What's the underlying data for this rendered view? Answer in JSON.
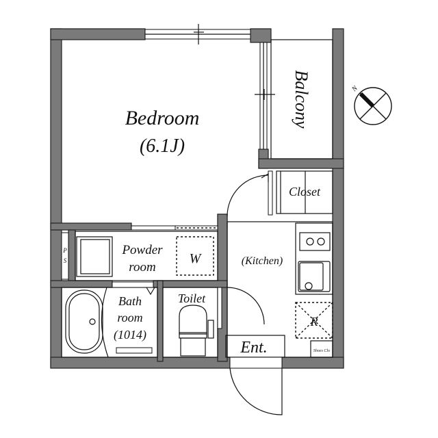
{
  "floorplan": {
    "rooms": {
      "bedroom": {
        "name": "Bedroom",
        "size": "(6.1J)"
      },
      "balcony": {
        "name": "Balcony"
      },
      "closet": {
        "name": "Closet"
      },
      "powder_room": {
        "line1": "Powder",
        "line2": "room"
      },
      "washer": {
        "label": "W"
      },
      "ps": {
        "line1": "P",
        "line2": "S"
      },
      "bathroom": {
        "line1": "Bath",
        "line2": "room",
        "line3": "(1014)"
      },
      "toilet": {
        "name": "Toilet"
      },
      "kitchen": {
        "name": "(Kitchen)"
      },
      "refrigerator": {
        "label": "R"
      },
      "entrance": {
        "name": "Ent."
      },
      "shoes_closet": {
        "label": "Shoes Clo"
      }
    },
    "compass": {
      "label": "N"
    },
    "colors": {
      "wall": "#7a7a7a",
      "line": "#111111",
      "background": "#ffffff"
    }
  }
}
